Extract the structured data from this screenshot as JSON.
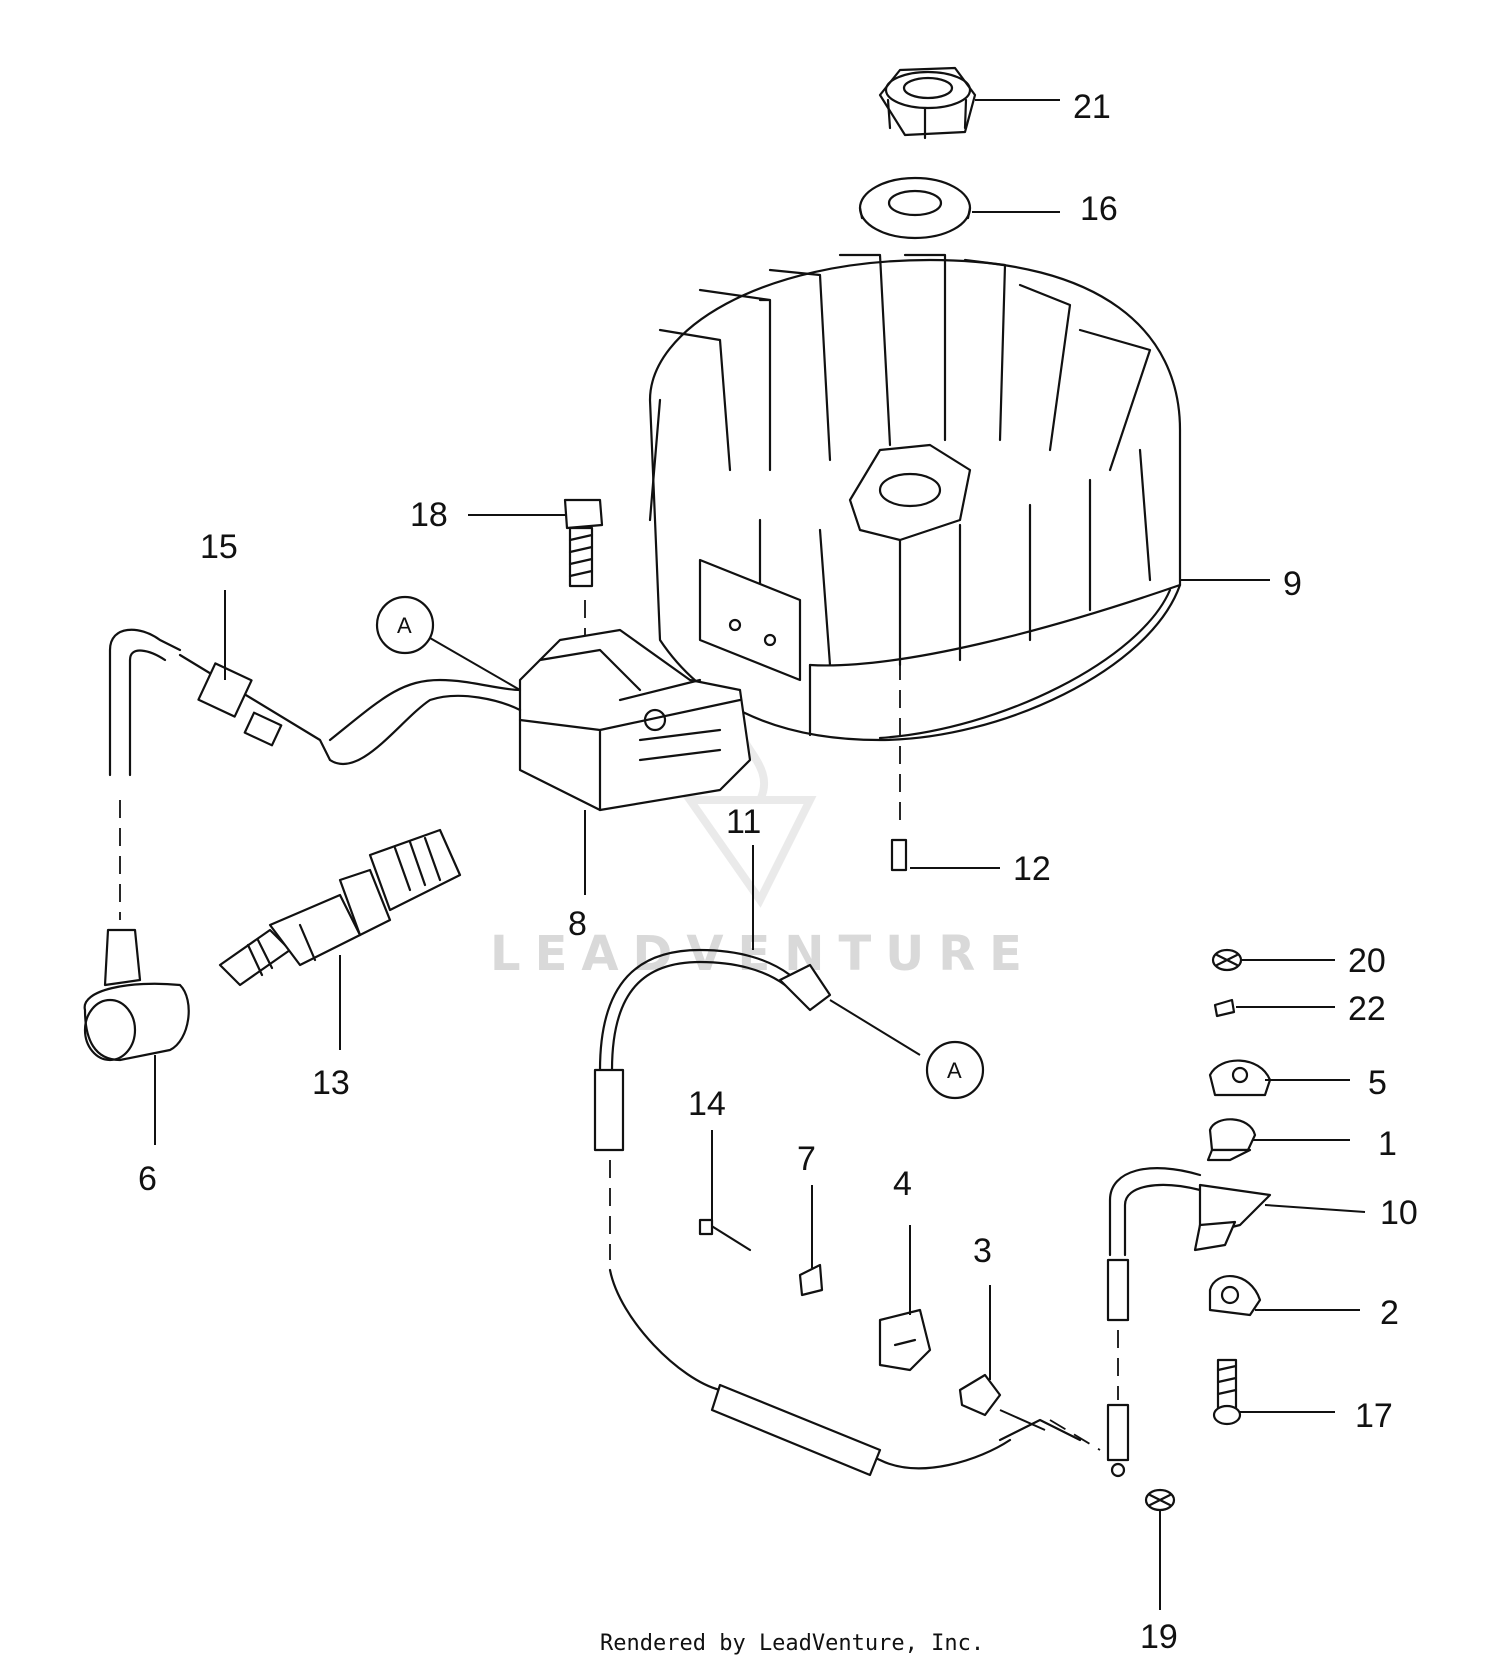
{
  "watermark": {
    "text": "LEADVENTURE"
  },
  "credit": "Rendered by LeadVenture, Inc.",
  "reference_marker": "A",
  "callouts": {
    "c1": "1",
    "c2": "2",
    "c3": "3",
    "c4": "4",
    "c5": "5",
    "c6": "6",
    "c7": "7",
    "c8": "8",
    "c9": "9",
    "c10": "10",
    "c11": "11",
    "c12": "12",
    "c13": "13",
    "c14": "14",
    "c15": "15",
    "c16": "16",
    "c17": "17",
    "c18": "18",
    "c19": "19",
    "c20": "20",
    "c21": "21",
    "c22": "22"
  }
}
